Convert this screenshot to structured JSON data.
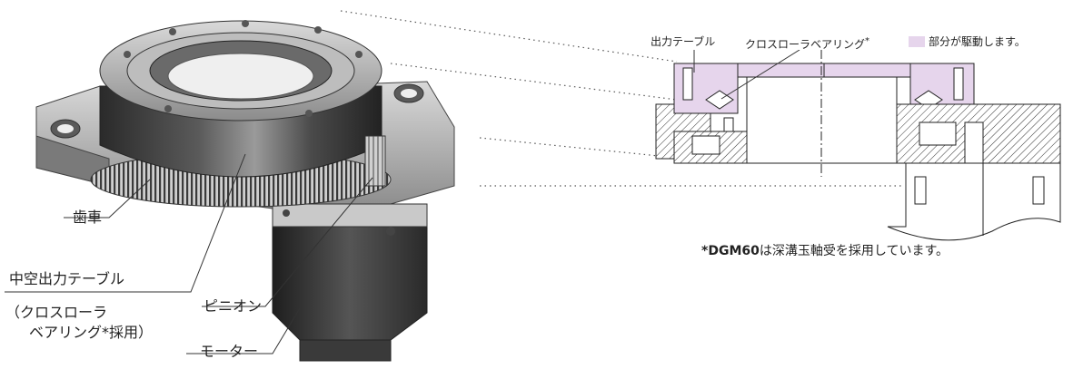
{
  "labels": {
    "gear": "歯車",
    "hollow_table": "中空出力テーブル",
    "hollow_table_note_1": "（クロスローラ",
    "hollow_table_note_2": "ベアリング*採用）",
    "pinion": "ピニオン",
    "motor": "モーター"
  },
  "section": {
    "output_table": "出力テーブル",
    "cross_roller": "クロスローラベアリング",
    "cross_roller_mark": "*",
    "legend_text": "部分が駆動します。",
    "legend_color": "#e6d5ec"
  },
  "footnote": {
    "mark": "*",
    "model": "DGM60",
    "text": "は深溝玉軸受を採用しています。"
  },
  "colors": {
    "drive_highlight": "#e6d5ec",
    "body_dark": "#3a3a3a",
    "body_mid": "#8a8a8a",
    "body_light": "#d8d8d8"
  }
}
